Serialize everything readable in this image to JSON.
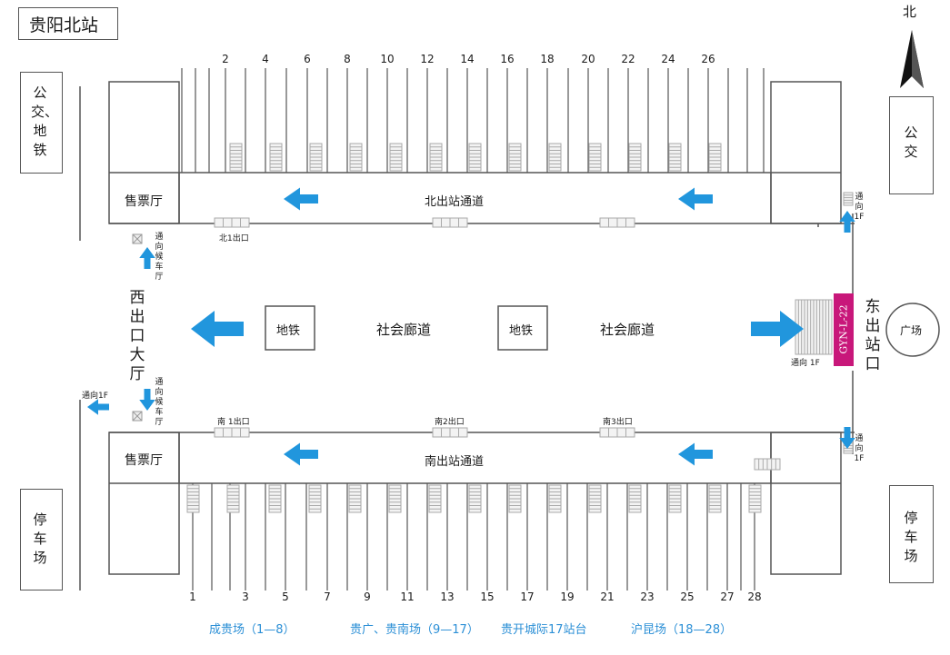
{
  "title": "贵阳北站",
  "compass": {
    "label": "北"
  },
  "top_platforms": [
    "2",
    "4",
    "6",
    "8",
    "10",
    "12",
    "14",
    "16",
    "18",
    "20",
    "22",
    "24",
    "26"
  ],
  "bottom_platforms": [
    "1",
    "3",
    "5",
    "7",
    "9",
    "11",
    "13",
    "15",
    "17",
    "19",
    "21",
    "23",
    "25",
    "27",
    "28"
  ],
  "areas": {
    "west_top": "公交、地铁",
    "east_top": "公交",
    "west_bottom": "停车场",
    "east_bottom": "停车场",
    "plaza": "广场",
    "west_hall": "西出口大厅",
    "east_exit": "东出站口"
  },
  "north_corridor": {
    "ticket_hall": "售票厅",
    "name": "北出站通道",
    "exit1": "北1出口"
  },
  "south_corridor": {
    "ticket_hall": "售票厅",
    "name": "南出站通道",
    "exit1": "南 1出口",
    "exit2": "南2出口",
    "exit3": "南3出口"
  },
  "middle": {
    "metro1": "地铁",
    "metro2": "地铁",
    "corridor1": "社会廊道",
    "corridor2": "社会廊道"
  },
  "labels": {
    "to_waiting_top": "通向候车厅",
    "to_waiting_bottom": "通向候车厅",
    "to_1f_ne": "通向1F",
    "to_1f_se": "通向1F",
    "to_1f_east": "通向 1F",
    "to_1f_west": "通向1F"
  },
  "sign": "GYN-L-22",
  "legend": [
    "成贵场（1—8）",
    "贵广、贵南场（9—17）",
    "贵开城际17站台",
    "沪昆场（18—28）"
  ],
  "colors": {
    "arrow": "#2196dd",
    "sign": "#c8177a",
    "legend": "#2b8fd6"
  }
}
